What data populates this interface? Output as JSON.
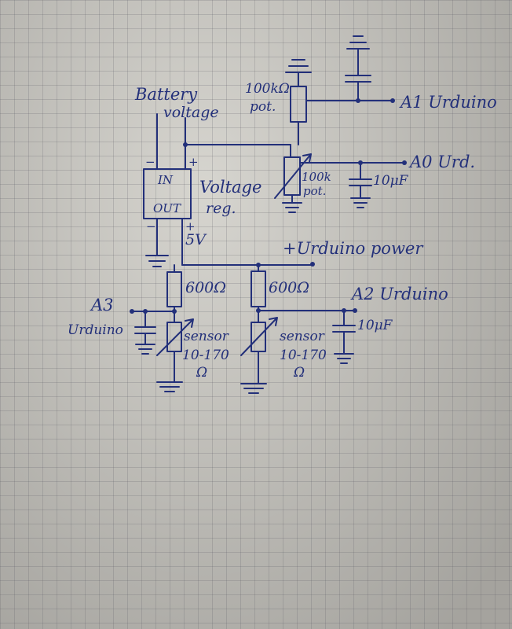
{
  "labels": {
    "battery": "Battery",
    "voltage": "voltage",
    "pot_top_value": "100kΩ",
    "pot_top_type": "pot.",
    "a1": "A1 Urduino",
    "a0": "A0 Urd.",
    "pot_bottom_value": "100k",
    "pot_bottom_type": "pot.",
    "cap_a0": "10μF",
    "reg_in": "IN",
    "reg_out": "OUT",
    "reg_name": "Voltage",
    "reg_suffix": "reg.",
    "plus_in": "+",
    "minus_in": "−",
    "plus_out": "+",
    "minus_out": "−",
    "five_v": "5V",
    "power": "+Urduino power",
    "r_left": "600Ω",
    "r_right": "600Ω",
    "a2": "A2 Urduino",
    "cap_a2": "10μF",
    "a3": "A3",
    "a3_sub": "Urduino",
    "sensor_left": "sensor",
    "sensor_left_range": "10-170",
    "sensor_left_unit": "Ω",
    "sensor_right": "sensor",
    "sensor_right_range": "10-170",
    "sensor_right_unit": "Ω"
  },
  "colors": {
    "ink": "#23307a",
    "paper": "#c9c7c1",
    "grid": "#7a7a8a"
  }
}
